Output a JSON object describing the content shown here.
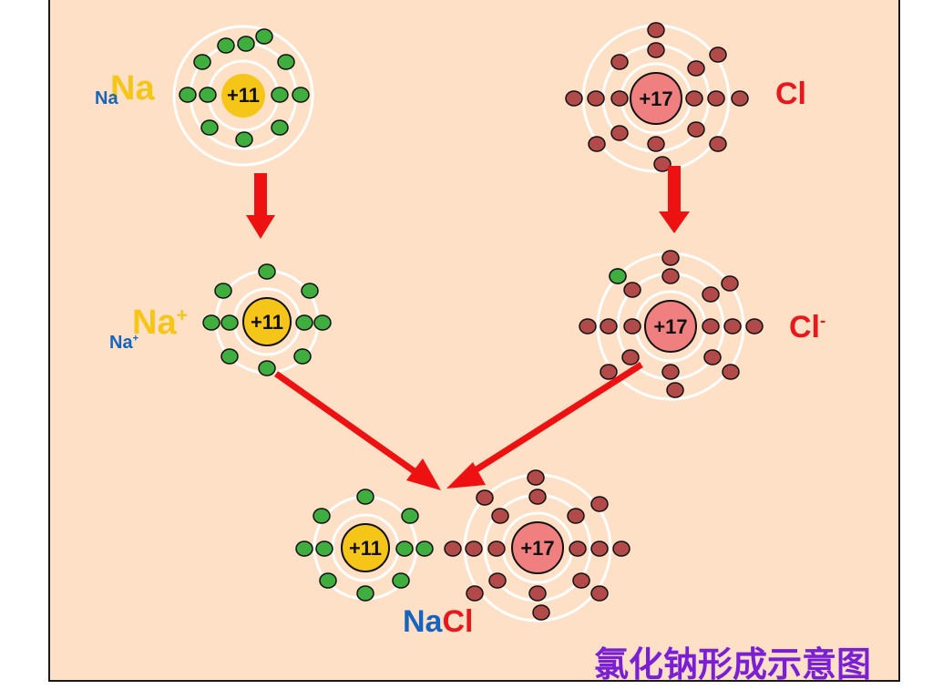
{
  "atoms": {
    "na": {
      "symbol": "Na",
      "charge": "+11",
      "label_yellow": "Na",
      "label_blue": "Na",
      "nucleus_color": "#f5c518",
      "electron_color": "#3fae3f"
    },
    "cl": {
      "symbol": "Cl",
      "charge": "+17",
      "label": "Cl",
      "nucleus_color": "#f07f7f",
      "electron_color": "#b24a4a"
    },
    "na_ion": {
      "symbol": "Na",
      "superscript": "+",
      "charge": "+11"
    },
    "cl_ion": {
      "symbol": "Cl",
      "superscript": "-",
      "charge": "+17"
    }
  },
  "compound": {
    "na_part": "Na",
    "cl_part": "Cl"
  },
  "title": "氯化钠形成示意图",
  "colors": {
    "arrow": "#ee1111",
    "background": "#fde0c5",
    "title": "#7a1fd6",
    "orbit": "#ffffff"
  }
}
